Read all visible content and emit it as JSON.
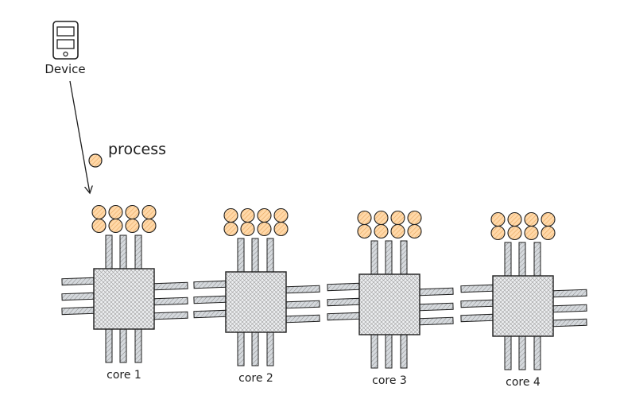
{
  "device": {
    "label": "Device",
    "icon": "mobile-device-icon"
  },
  "legend": {
    "label": "process",
    "icon": "process-dot-icon"
  },
  "cores": [
    {
      "label": "core 1",
      "process_count": 8
    },
    {
      "label": "core 2",
      "process_count": 8
    },
    {
      "label": "core 3",
      "process_count": 8
    },
    {
      "label": "core 4",
      "process_count": 8
    }
  ],
  "colors": {
    "stroke": "#1e1e1e",
    "process_fill": "#ffd8a8",
    "process_hatch": "#e8a860",
    "chip_fill": "#e9ecef",
    "chip_hatch": "#8a8a8a",
    "pin_fill": "#ced4da"
  }
}
